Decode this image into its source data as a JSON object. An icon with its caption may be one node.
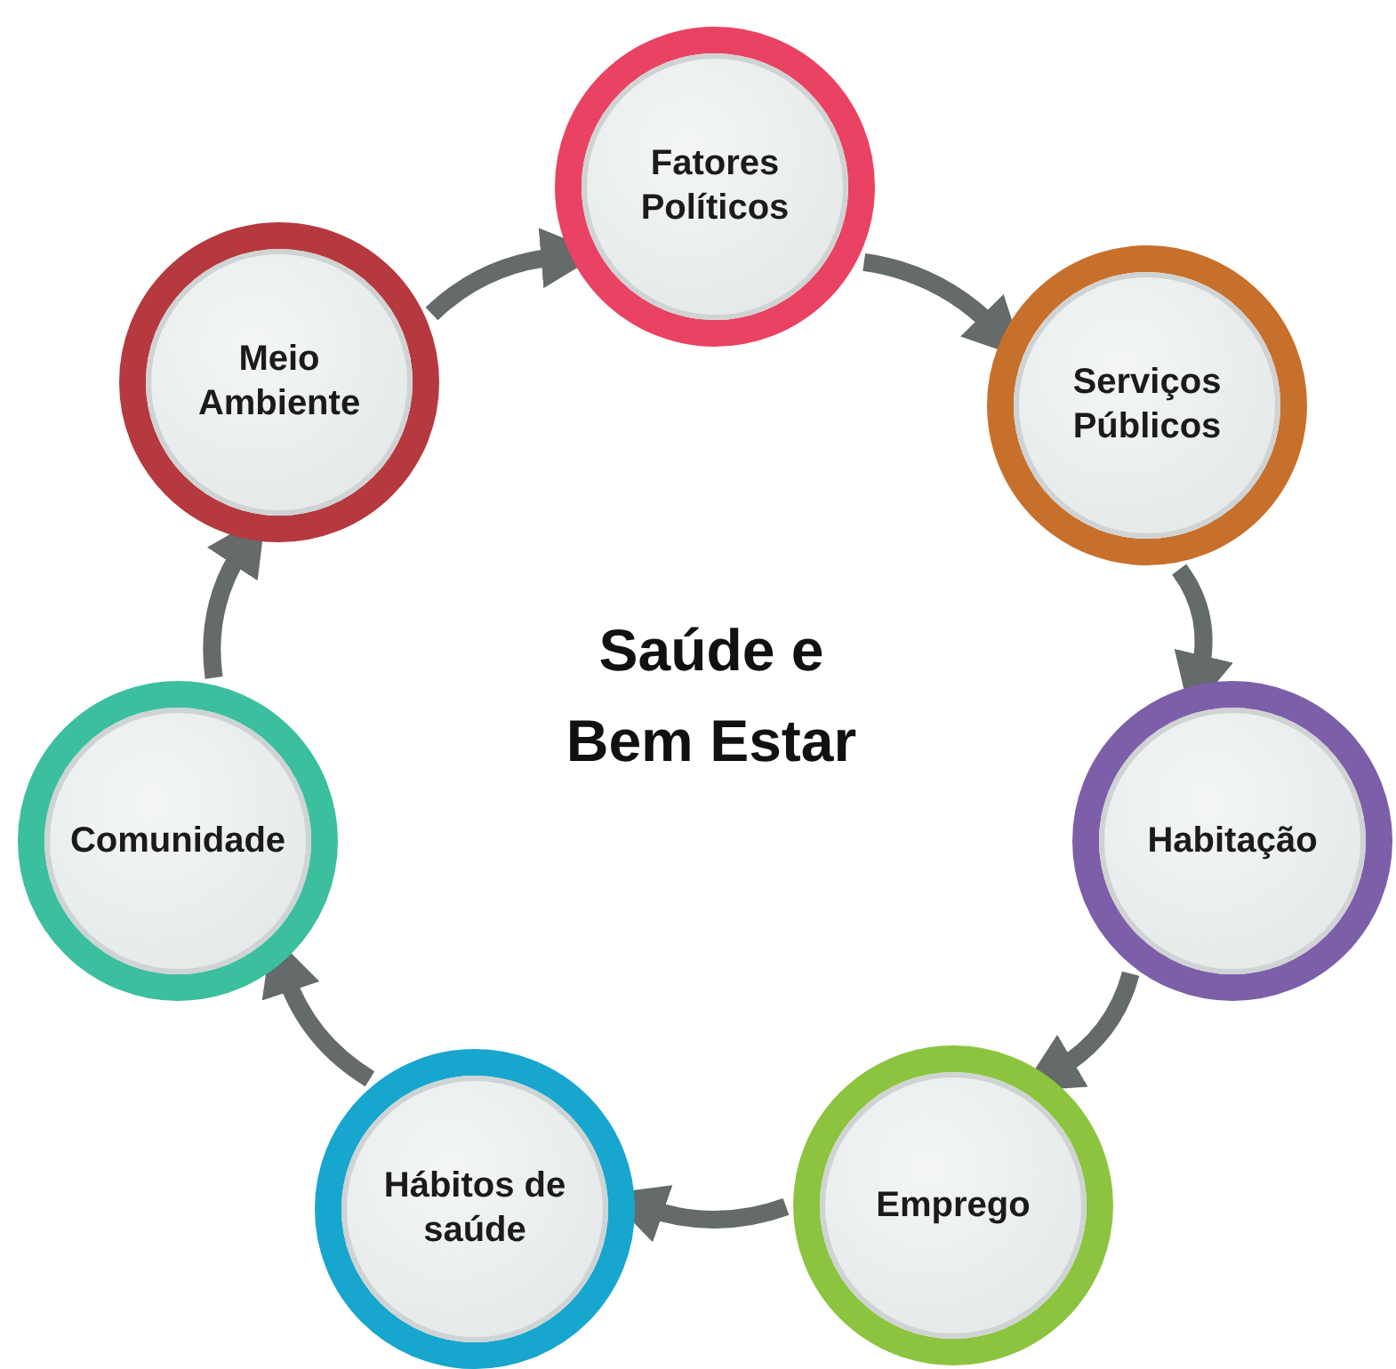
{
  "diagram": {
    "title": "Saúde e Bem Estar",
    "nodes": [
      {
        "text": [
          "Fatores Políticos"
        ]
      },
      {
        "text": [
          "Serviços Públicos"
        ]
      },
      {
        "text": [
          "Habitação"
        ]
      },
      {
        "text": [
          "Emprego"
        ]
      },
      {
        "text": [
          "Hábitos de saúde"
        ]
      },
      {
        "text": [
          "Comunidade"
        ]
      },
      {
        "text": [
          "Meio Ambiente"
        ]
      }
    ],
    "edges": [
      {
        "from": 0,
        "to": 1,
        "arrow": "to"
      },
      {
        "from": 1,
        "to": 2,
        "arrow": "to"
      },
      {
        "from": 2,
        "to": 3,
        "arrow": "to"
      },
      {
        "from": 3,
        "to": 4,
        "arrow": "to"
      },
      {
        "from": 4,
        "to": 5,
        "arrow": "to"
      },
      {
        "from": 5,
        "to": 6,
        "arrow": "to"
      },
      {
        "from": 6,
        "to": 0,
        "arrow": "to"
      }
    ]
  }
}
